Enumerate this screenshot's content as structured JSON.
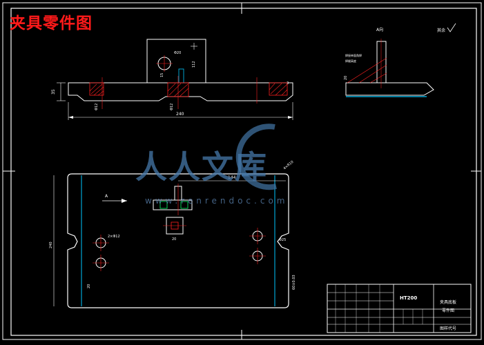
{
  "drawing": {
    "title": "夹具零件图",
    "material": "HT200",
    "part_name_line1": "夹具底板",
    "part_name_line2": "零件图",
    "drawing_code": "图样代号"
  },
  "dimensions": {
    "overall_length": "240",
    "height": "35",
    "view_label_A": "A",
    "view_label_A_dir": "A向",
    "top_width": "144",
    "bottom_height": "20"
  },
  "watermark": {
    "text": "人人文库",
    "url": "www.renrendoc.com"
  },
  "colors": {
    "line": "#ffffff",
    "border": "#ffffff",
    "accent": "#ff2020",
    "hatch": "#ff2020",
    "cyan": "#00c8ff",
    "green": "#00ff66"
  }
}
